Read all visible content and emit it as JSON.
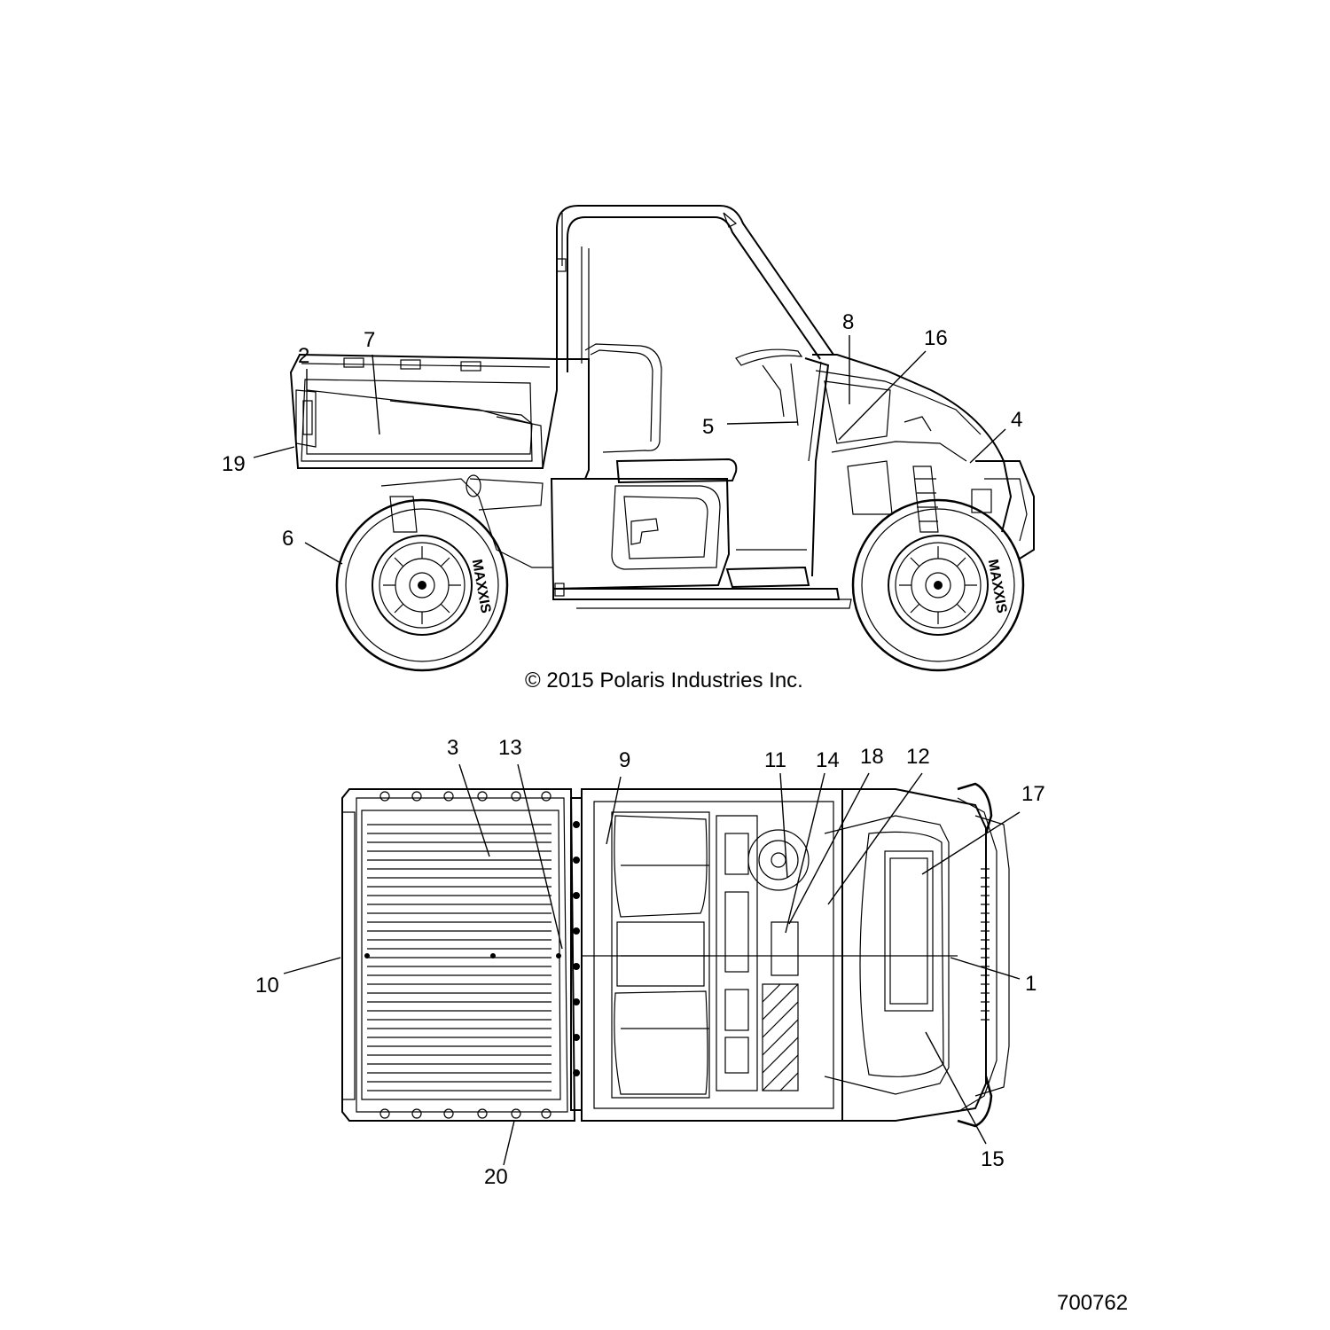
{
  "callouts": {
    "c1": "1",
    "c2": "2",
    "c3": "3",
    "c4": "4",
    "c5": "5",
    "c6": "6",
    "c7": "7",
    "c8": "8",
    "c9": "9",
    "c10": "10",
    "c11": "11",
    "c12": "12",
    "c13": "13",
    "c14": "14",
    "c15": "15",
    "c16": "16",
    "c17": "17",
    "c18": "18",
    "c19": "19",
    "c20": "20"
  },
  "copyright": "© 2015 Polaris Industries Inc.",
  "document_number": "700762",
  "tire_brand_mark": "MAXXIS"
}
